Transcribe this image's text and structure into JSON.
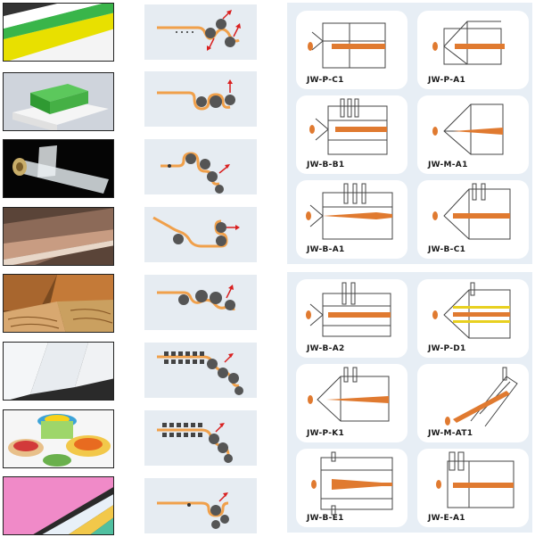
{
  "colors": {
    "panel_background": "#e7eef5",
    "material_path": "#f0a04b",
    "roller": "#555555",
    "arrow": "#d91f1f",
    "die_body": "#e07a30"
  },
  "die_models": [
    {
      "code": "JW-P-C1"
    },
    {
      "code": "JW-P-A1"
    },
    {
      "code": "JW-B-B1"
    },
    {
      "code": "JW-M-A1"
    },
    {
      "code": "JW-B-A1"
    },
    {
      "code": "JW-B-C1"
    },
    {
      "code": "JW-B-A2"
    },
    {
      "code": "JW-P-D1"
    },
    {
      "code": "JW-P-K1"
    },
    {
      "code": "JW-M-AT1"
    },
    {
      "code": "JW-B-E1"
    },
    {
      "code": "JW-E-A1"
    }
  ]
}
